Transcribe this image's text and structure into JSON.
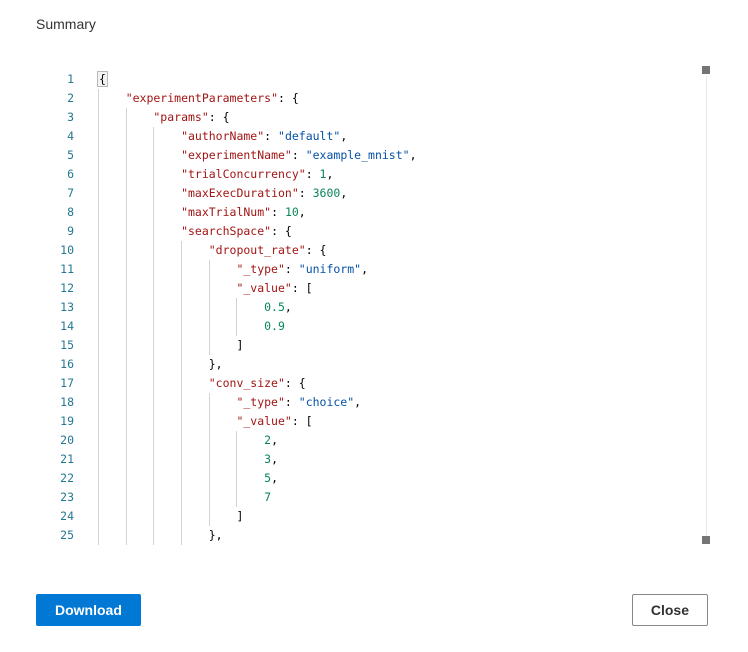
{
  "dialog": {
    "title": "Summary",
    "buttons": {
      "download": "Download",
      "close": "Close"
    },
    "accent_color": "#0078d4"
  },
  "editor": {
    "colors": {
      "line_number": "#237893",
      "key": "#a31515",
      "string_value": "#0451a5",
      "number": "#098658",
      "punctuation": "#000000",
      "indent_guide": "#d3d3d3",
      "bracket_match_border": "#b9b9b9"
    },
    "lines": [
      {
        "num": "1",
        "indent": 0,
        "tokens": [
          [
            "b",
            "{"
          ]
        ]
      },
      {
        "num": "2",
        "indent": 1,
        "tokens": [
          [
            "k",
            "\"experimentParameters\""
          ],
          [
            "p",
            ": {"
          ]
        ]
      },
      {
        "num": "3",
        "indent": 2,
        "tokens": [
          [
            "k",
            "\"params\""
          ],
          [
            "p",
            ": {"
          ]
        ]
      },
      {
        "num": "4",
        "indent": 3,
        "tokens": [
          [
            "k",
            "\"authorName\""
          ],
          [
            "p",
            ": "
          ],
          [
            "s",
            "\"default\""
          ],
          [
            "p",
            ","
          ]
        ]
      },
      {
        "num": "5",
        "indent": 3,
        "tokens": [
          [
            "k",
            "\"experimentName\""
          ],
          [
            "p",
            ": "
          ],
          [
            "s",
            "\"example_mnist\""
          ],
          [
            "p",
            ","
          ]
        ]
      },
      {
        "num": "6",
        "indent": 3,
        "tokens": [
          [
            "k",
            "\"trialConcurrency\""
          ],
          [
            "p",
            ": "
          ],
          [
            "n",
            "1"
          ],
          [
            "p",
            ","
          ]
        ]
      },
      {
        "num": "7",
        "indent": 3,
        "tokens": [
          [
            "k",
            "\"maxExecDuration\""
          ],
          [
            "p",
            ": "
          ],
          [
            "n",
            "3600"
          ],
          [
            "p",
            ","
          ]
        ]
      },
      {
        "num": "8",
        "indent": 3,
        "tokens": [
          [
            "k",
            "\"maxTrialNum\""
          ],
          [
            "p",
            ": "
          ],
          [
            "n",
            "10"
          ],
          [
            "p",
            ","
          ]
        ]
      },
      {
        "num": "9",
        "indent": 3,
        "tokens": [
          [
            "k",
            "\"searchSpace\""
          ],
          [
            "p",
            ": {"
          ]
        ]
      },
      {
        "num": "10",
        "indent": 4,
        "tokens": [
          [
            "k",
            "\"dropout_rate\""
          ],
          [
            "p",
            ": {"
          ]
        ]
      },
      {
        "num": "11",
        "indent": 5,
        "tokens": [
          [
            "k",
            "\"_type\""
          ],
          [
            "p",
            ": "
          ],
          [
            "s",
            "\"uniform\""
          ],
          [
            "p",
            ","
          ]
        ]
      },
      {
        "num": "12",
        "indent": 5,
        "tokens": [
          [
            "k",
            "\"_value\""
          ],
          [
            "p",
            ": ["
          ]
        ]
      },
      {
        "num": "13",
        "indent": 6,
        "tokens": [
          [
            "n",
            "0.5"
          ],
          [
            "p",
            ","
          ]
        ]
      },
      {
        "num": "14",
        "indent": 6,
        "tokens": [
          [
            "n",
            "0.9"
          ]
        ]
      },
      {
        "num": "15",
        "indent": 5,
        "tokens": [
          [
            "p",
            "]"
          ]
        ]
      },
      {
        "num": "16",
        "indent": 4,
        "tokens": [
          [
            "p",
            "},"
          ]
        ]
      },
      {
        "num": "17",
        "indent": 4,
        "tokens": [
          [
            "k",
            "\"conv_size\""
          ],
          [
            "p",
            ": {"
          ]
        ]
      },
      {
        "num": "18",
        "indent": 5,
        "tokens": [
          [
            "k",
            "\"_type\""
          ],
          [
            "p",
            ": "
          ],
          [
            "s",
            "\"choice\""
          ],
          [
            "p",
            ","
          ]
        ]
      },
      {
        "num": "19",
        "indent": 5,
        "tokens": [
          [
            "k",
            "\"_value\""
          ],
          [
            "p",
            ": ["
          ]
        ]
      },
      {
        "num": "20",
        "indent": 6,
        "tokens": [
          [
            "n",
            "2"
          ],
          [
            "p",
            ","
          ]
        ]
      },
      {
        "num": "21",
        "indent": 6,
        "tokens": [
          [
            "n",
            "3"
          ],
          [
            "p",
            ","
          ]
        ]
      },
      {
        "num": "22",
        "indent": 6,
        "tokens": [
          [
            "n",
            "5"
          ],
          [
            "p",
            ","
          ]
        ]
      },
      {
        "num": "23",
        "indent": 6,
        "tokens": [
          [
            "n",
            "7"
          ]
        ]
      },
      {
        "num": "24",
        "indent": 5,
        "tokens": [
          [
            "p",
            "]"
          ]
        ]
      },
      {
        "num": "25",
        "indent": 4,
        "tokens": [
          [
            "p",
            "},"
          ]
        ]
      }
    ]
  }
}
